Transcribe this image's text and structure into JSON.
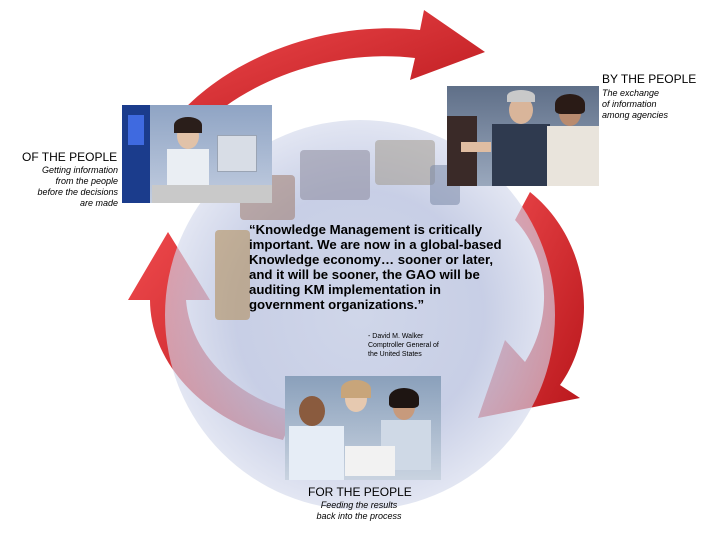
{
  "colors": {
    "arrow_red": "#d8262b",
    "arrow_dark": "#a61417",
    "circle_bg": "#c9d0e6"
  },
  "nodes": {
    "by": {
      "title": "BY THE PEOPLE",
      "lines": [
        "The exchange",
        "of information",
        "among agencies"
      ]
    },
    "of": {
      "title": "OF THE PEOPLE",
      "lines": [
        "Getting information",
        "from the people",
        "before the decisions",
        "are made"
      ]
    },
    "for": {
      "title": "FOR THE PEOPLE",
      "lines": [
        "Feeding the results",
        "back into the process"
      ]
    }
  },
  "quote": {
    "text": "“Knowledge Management is critically important.  We are now in a global-based Knowledge economy… sooner or later, and it will be sooner, the GAO will be auditing KM implementation in government organizations.”",
    "attribution": [
      "- David M. Walker",
      "Comptroller General of",
      "the United States"
    ]
  }
}
